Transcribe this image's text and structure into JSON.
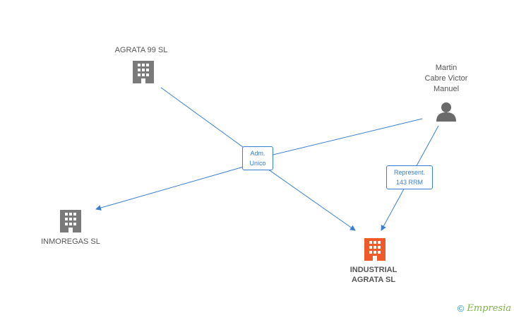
{
  "nodes": {
    "agrata99": {
      "label": "AGRATA 99  SL"
    },
    "inmoregas": {
      "label": "INMOREGAS SL"
    },
    "industrial": {
      "line1": "INDUSTRIAL",
      "line2": "AGRATA SL"
    },
    "person": {
      "line1": "Martin",
      "line2": "Cabre Victor",
      "line3": "Manuel"
    }
  },
  "edges": {
    "adm": {
      "line1": "Adm.",
      "line2": "Unico"
    },
    "rep": {
      "line1": "Represent.",
      "line2": "143 RRM"
    }
  },
  "brand": {
    "copyright": "©",
    "name": "Empresia"
  },
  "colors": {
    "edge": "#3a7fd0",
    "company": "#7a7a7a",
    "main_company": "#f05a28",
    "person": "#6a6a6a"
  }
}
